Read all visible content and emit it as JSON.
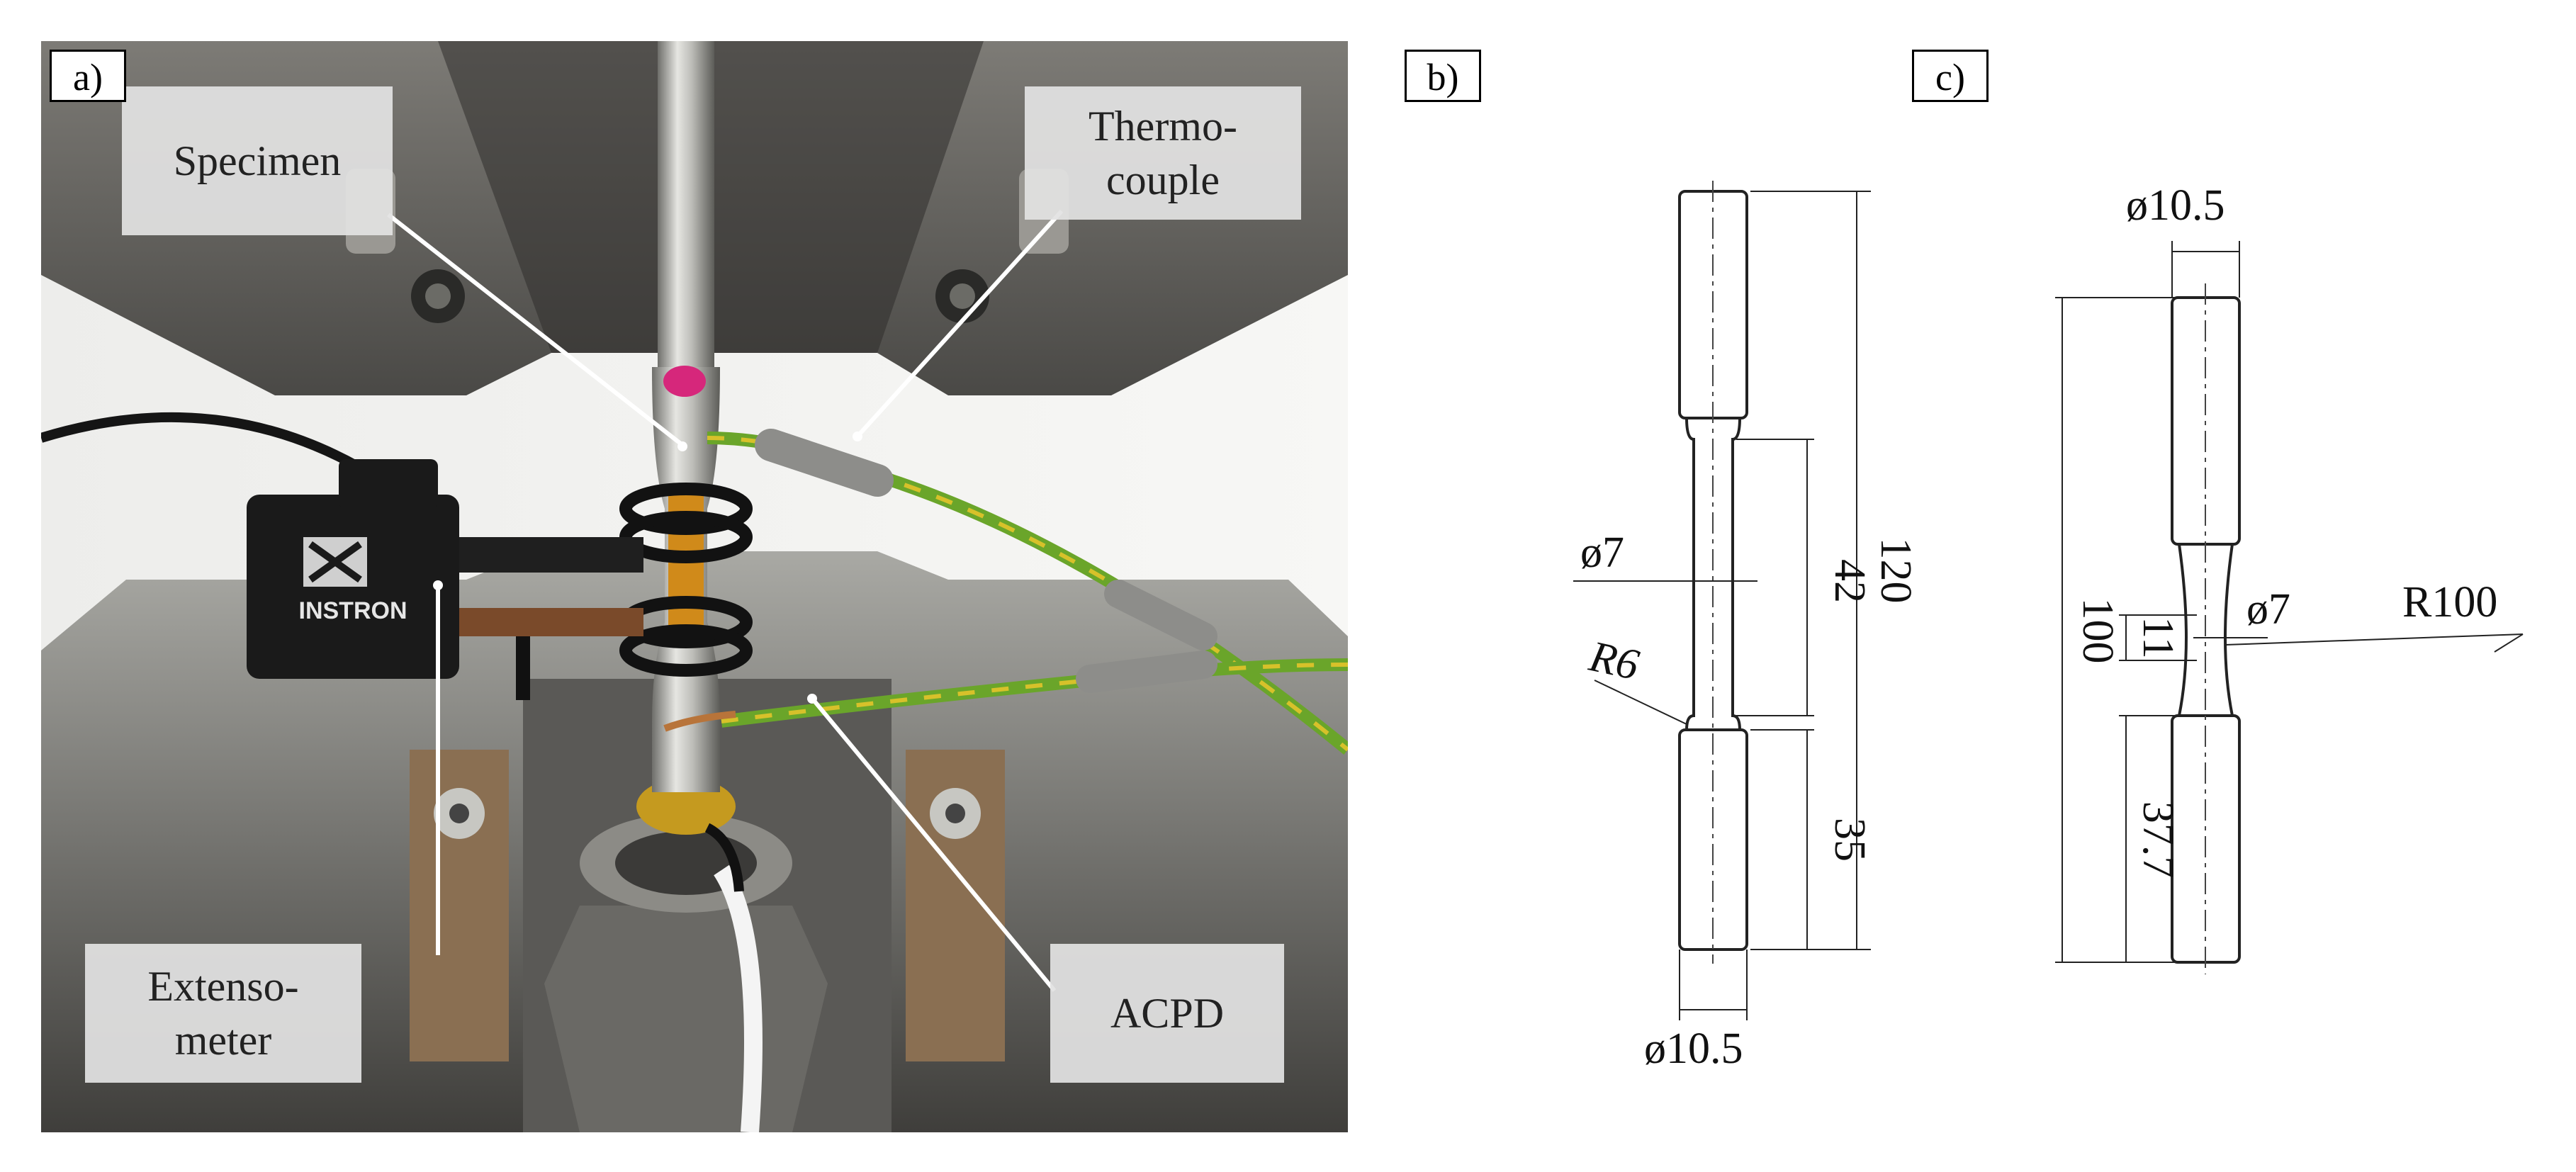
{
  "panels": {
    "a": {
      "tag": "a)",
      "brand": "INSTRON"
    },
    "b": {
      "tag": "b)"
    },
    "c": {
      "tag": "c)"
    }
  },
  "callouts": {
    "specimen": "Specimen",
    "thermocouple": "Thermo-\ncouple",
    "extensometer": "Extenso-\nmeter",
    "acpd": "ACPD"
  },
  "drawing_b": {
    "total_length": "120",
    "gauge_length": "42",
    "grip_length": "35",
    "gauge_diameter": "ø7",
    "grip_diameter": "ø10.5",
    "fillet_radius": "R6"
  },
  "drawing_c": {
    "grip_diameter": "ø10.5",
    "total_length": "100",
    "gauge_length": "11",
    "grip_length": "37.7",
    "gauge_diameter": "ø7",
    "profile_radius": "R100"
  },
  "colors": {
    "steel_dark": "#3a3a3a",
    "steel_mid": "#8a8a86",
    "steel_light": "#c9c9c4",
    "wire_green": "#6aa52a",
    "wire_yellow": "#d7c12a",
    "copper": "#b8743a",
    "marker_pink": "#d6277b"
  }
}
